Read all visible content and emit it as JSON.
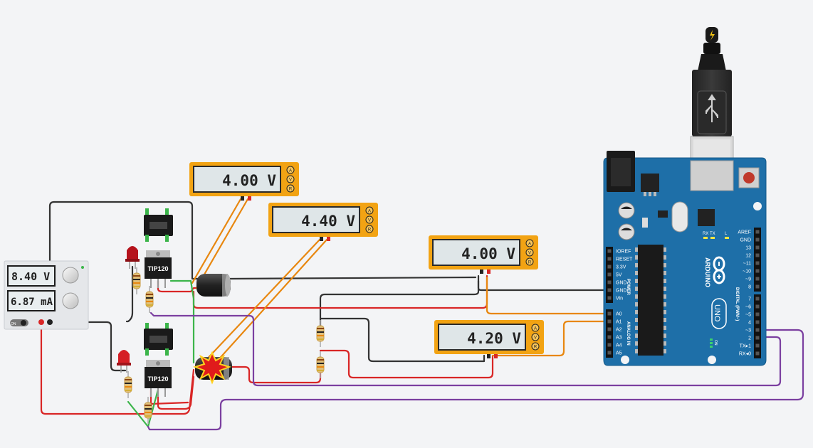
{
  "power_supply": {
    "voltage": "8.40 V",
    "current": "6.87 mA",
    "on_label": "ON"
  },
  "multimeters": [
    {
      "reading": "4.00 V"
    },
    {
      "reading": "4.40 V"
    },
    {
      "reading": "4.00 V"
    },
    {
      "reading": "4.20 V"
    }
  ],
  "multimeter_modes": [
    "A",
    "V",
    "R"
  ],
  "transistors": [
    {
      "label": "TIP120"
    },
    {
      "label": "TIP120"
    }
  ],
  "arduino": {
    "brand": "ARDUINO",
    "model": "UNO",
    "on_label": "ON",
    "tx_label": "TX",
    "rx_label": "RX",
    "l_label": "L",
    "power_header_title": "POWER",
    "analog_header_title": "ANALOG IN",
    "digital_header_title": "DIGITAL (PWM~)",
    "power_pins": [
      "IOREF",
      "RESET",
      "3.3V",
      "5V",
      "GND",
      "GND",
      "Vin"
    ],
    "analog_pins": [
      "A0",
      "A1",
      "A2",
      "A3",
      "A4",
      "A5"
    ],
    "digital_top_pins": [
      "AREF",
      "GND",
      "13",
      "12",
      "~11",
      "~10",
      "~9",
      "8"
    ],
    "digital_bottom_pins": [
      "7",
      "~6",
      "~5",
      "4",
      "~3",
      "2",
      "TX▸1",
      "RX◂0"
    ]
  },
  "colors": {
    "background": "#f3f4f6",
    "multimeter_frame": "#f2a313",
    "arduino_board": "#1e6fa8",
    "wire_black": "#333333",
    "wire_red": "#d92626",
    "wire_orange": "#e8870f",
    "wire_green": "#3bb54a",
    "wire_purple": "#7b3fa0"
  }
}
